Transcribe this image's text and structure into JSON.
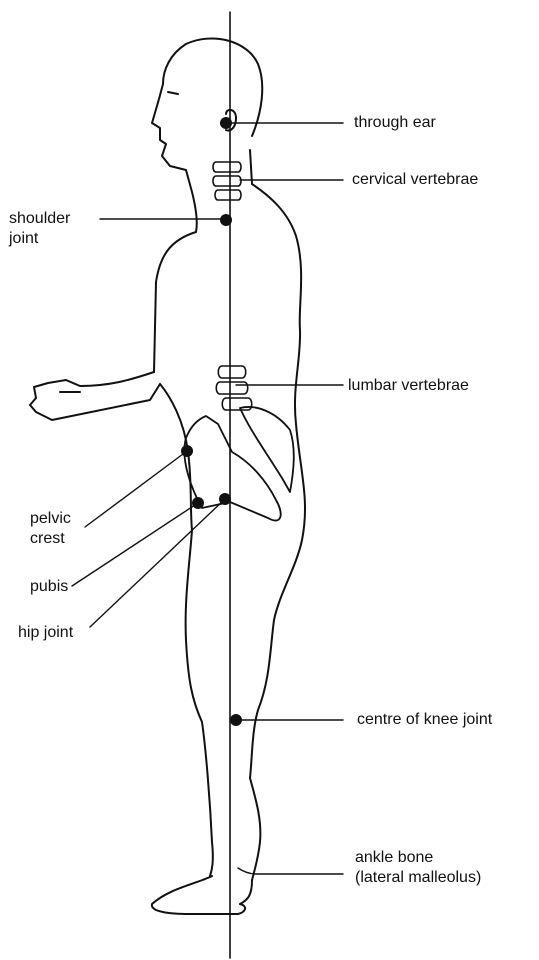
{
  "diagram": {
    "labels": {
      "through_ear": "through ear",
      "cervical_vertebrae": "cervical vertebrae",
      "shoulder_joint_1": "shoulder",
      "shoulder_joint_2": "joint",
      "lumbar_vertebrae": "lumbar vertebrae",
      "pelvic_crest_1": "pelvic",
      "pelvic_crest_2": "crest",
      "pubis": "pubis",
      "hip_joint": "hip joint",
      "knee_joint": "centre of knee joint",
      "ankle_bone_1": "ankle bone",
      "ankle_bone_2": "(lateral malleolus)"
    },
    "colors": {
      "ink": "#111111",
      "background": "#ffffff"
    }
  }
}
